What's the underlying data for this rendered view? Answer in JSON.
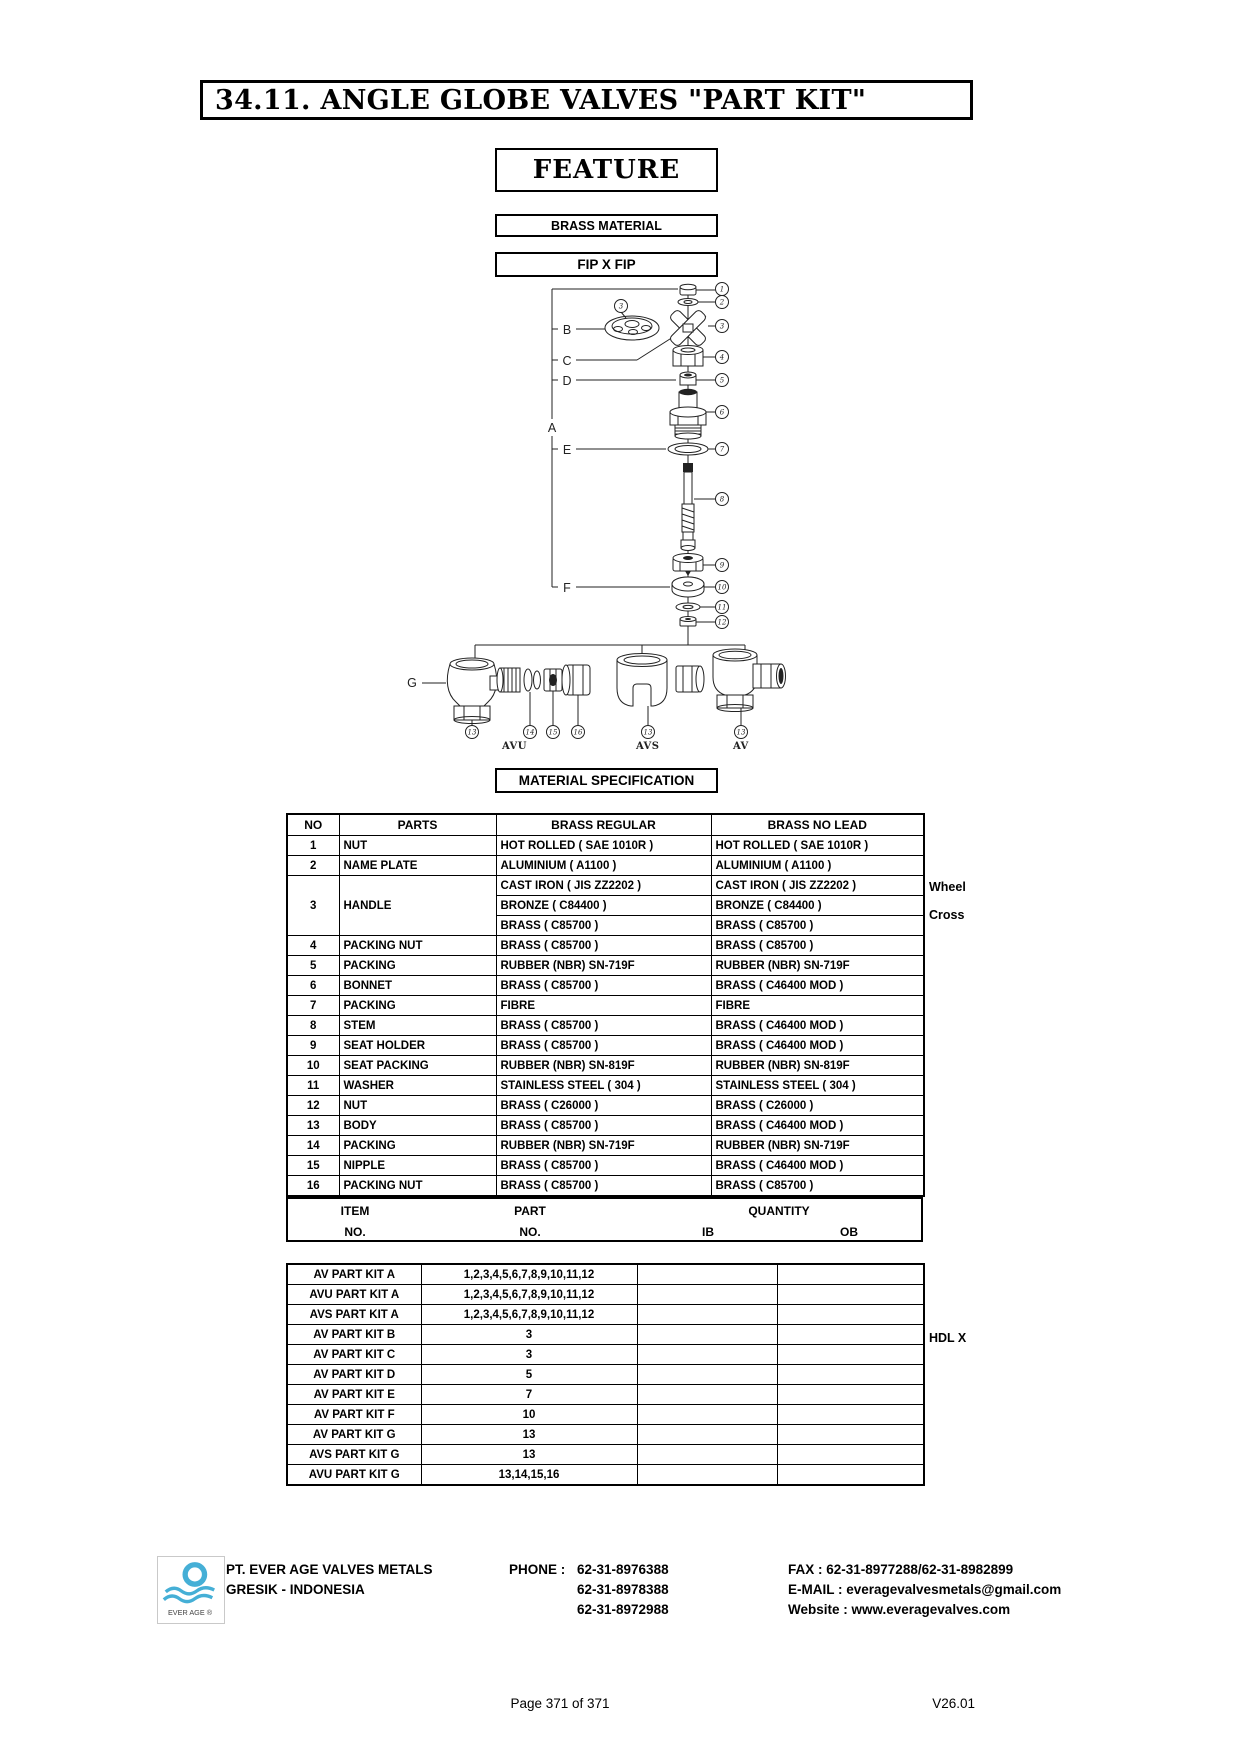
{
  "page": {
    "title": "34.11. ANGLE GLOBE VALVES \"PART KIT\"",
    "feature": "FEATURE",
    "brass_material": "BRASS MATERIAL",
    "fip": "FIP X FIP",
    "material_specification": "MATERIAL SPECIFICATION",
    "page_number": "Page 371 of 371",
    "version": "V26.01"
  },
  "diagram": {
    "letters": [
      "A",
      "B",
      "C",
      "D",
      "E",
      "F",
      "G"
    ],
    "callouts": [
      "1",
      "2",
      "3",
      "3",
      "4",
      "5",
      "6",
      "7",
      "8",
      "9",
      "10",
      "11",
      "12"
    ],
    "bottom_callouts": [
      "13",
      "14",
      "15",
      "16",
      "13",
      "13"
    ],
    "valve_labels": [
      "AVU",
      "AVS",
      "AV"
    ]
  },
  "spec_table": {
    "headers": [
      "NO",
      "PARTS",
      "BRASS REGULAR",
      "BRASS NO LEAD"
    ],
    "rows": [
      {
        "no": "1",
        "parts": "NUT",
        "brass_regular": "HOT ROLLED ( SAE 1010R )",
        "brass_no_lead": "HOT ROLLED ( SAE 1010R )"
      },
      {
        "no": "2",
        "parts": "NAME PLATE",
        "brass_regular": "ALUMINIUM ( A1100 )",
        "brass_no_lead": "ALUMINIUM ( A1100 )"
      },
      {
        "no": "3",
        "parts": "HANDLE",
        "brass_regular": [
          "CAST IRON ( JIS ZZ2202 )",
          "BRONZE ( C84400 )",
          "BRASS ( C85700 )"
        ],
        "brass_no_lead": [
          "CAST IRON ( JIS ZZ2202 )",
          "BRONZE ( C84400 )",
          "BRASS ( C85700 )"
        ]
      },
      {
        "no": "4",
        "parts": "PACKING NUT",
        "brass_regular": "BRASS ( C85700 )",
        "brass_no_lead": "BRASS ( C85700 )"
      },
      {
        "no": "5",
        "parts": "PACKING",
        "brass_regular": "RUBBER (NBR) SN-719F",
        "brass_no_lead": "RUBBER (NBR) SN-719F"
      },
      {
        "no": "6",
        "parts": "BONNET",
        "brass_regular": "BRASS ( C85700 )",
        "brass_no_lead": "BRASS ( C46400 MOD )"
      },
      {
        "no": "7",
        "parts": "PACKING",
        "brass_regular": "FIBRE",
        "brass_no_lead": "FIBRE"
      },
      {
        "no": "8",
        "parts": "STEM",
        "brass_regular": "BRASS ( C85700 )",
        "brass_no_lead": "BRASS ( C46400 MOD )"
      },
      {
        "no": "9",
        "parts": "SEAT HOLDER",
        "brass_regular": "BRASS ( C85700 )",
        "brass_no_lead": "BRASS ( C46400 MOD )"
      },
      {
        "no": "10",
        "parts": "SEAT PACKING",
        "brass_regular": "RUBBER (NBR) SN-819F",
        "brass_no_lead": "RUBBER (NBR) SN-819F"
      },
      {
        "no": "11",
        "parts": "WASHER",
        "brass_regular": "STAINLESS STEEL ( 304 )",
        "brass_no_lead": "STAINLESS STEEL ( 304 )"
      },
      {
        "no": "12",
        "parts": "NUT",
        "brass_regular": "BRASS ( C26000 )",
        "brass_no_lead": "BRASS ( C26000 )"
      },
      {
        "no": "13",
        "parts": "BODY",
        "brass_regular": "BRASS ( C85700 )",
        "brass_no_lead": "BRASS ( C46400 MOD )"
      },
      {
        "no": "14",
        "parts": "PACKING",
        "brass_regular": "RUBBER (NBR) SN-719F",
        "brass_no_lead": "RUBBER (NBR) SN-719F"
      },
      {
        "no": "15",
        "parts": "NIPPLE",
        "brass_regular": "BRASS ( C85700 )",
        "brass_no_lead": "BRASS ( C46400 MOD )"
      },
      {
        "no": "16",
        "parts": "PACKING NUT",
        "brass_regular": "BRASS ( C85700 )",
        "brass_no_lead": "BRASS ( C85700 )"
      }
    ],
    "side_notes": [
      "Wheel",
      "Cross"
    ]
  },
  "kit_table": {
    "header": {
      "item": "ITEM",
      "item_no": "NO.",
      "part": "PART",
      "part_no": "NO.",
      "quantity": "QUANTITY",
      "ib": "IB",
      "ob": "OB"
    },
    "rows": [
      {
        "item": "AV PART KIT A",
        "part": "1,2,3,4,5,6,7,8,9,10,11,12",
        "ib": "",
        "ob": ""
      },
      {
        "item": "AVU PART KIT A",
        "part": "1,2,3,4,5,6,7,8,9,10,11,12",
        "ib": "",
        "ob": ""
      },
      {
        "item": "AVS PART KIT A",
        "part": "1,2,3,4,5,6,7,8,9,10,11,12",
        "ib": "",
        "ob": ""
      },
      {
        "item": "AV PART KIT B",
        "part": "3",
        "ib": "",
        "ob": ""
      },
      {
        "item": "AV PART KIT C",
        "part": "3",
        "ib": "",
        "ob": ""
      },
      {
        "item": "AV PART KIT D",
        "part": "5",
        "ib": "",
        "ob": ""
      },
      {
        "item": "AV PART KIT E",
        "part": "7",
        "ib": "",
        "ob": ""
      },
      {
        "item": "AV PART KIT F",
        "part": "10",
        "ib": "",
        "ob": ""
      },
      {
        "item": "AV PART KIT G",
        "part": "13",
        "ib": "",
        "ob": ""
      },
      {
        "item": "AVS PART KIT G",
        "part": "13",
        "ib": "",
        "ob": ""
      },
      {
        "item": "AVU PART KIT G",
        "part": "13,14,15,16",
        "ib": "",
        "ob": ""
      }
    ],
    "side_note": "HDL X"
  },
  "footer": {
    "logo_text": "EVER AGE ®",
    "logo_color": "#45AFD6",
    "company_line1": "PT. EVER AGE VALVES METALS",
    "company_line2": "GRESIK - INDONESIA",
    "phone_label": "PHONE :",
    "phone_numbers": [
      "62-31-8976388",
      "62-31-8978388",
      "62-31-8972988"
    ],
    "fax": "FAX : 62-31-8977288/62-31-8982899",
    "email": "E-MAIL : everagevalvesmetals@gmail.com",
    "website": "Website : www.everagevalves.com"
  }
}
